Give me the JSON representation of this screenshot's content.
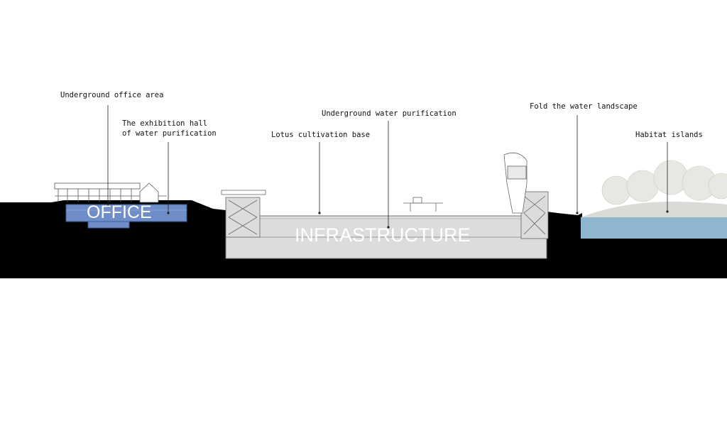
{
  "labels": {
    "office_area": "Underground office area",
    "exhibition_line1": "The exhibition hall",
    "exhibition_line2": "of water purification",
    "water_purification": "Underground water purification",
    "lotus": "Lotus cultivation base",
    "fold_water": "Fold the water landscape",
    "habitat": "Habitat islands"
  },
  "zones": {
    "office": "OFFICE",
    "infrastructure": "INFRASTRUCTURE"
  },
  "colors": {
    "ground": "#000000",
    "office_fill": "#6f8dc8",
    "infrastructure_fill": "#dcdcdc",
    "water": "#8fb6cf",
    "island": "#d9dcd6",
    "trees": "#e6e8e2"
  }
}
